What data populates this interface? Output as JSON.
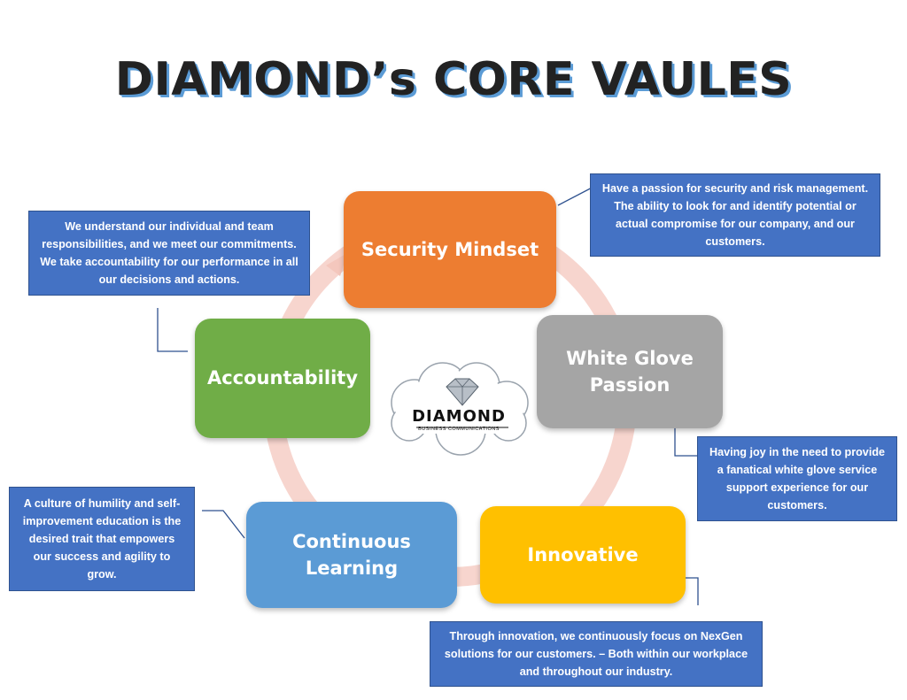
{
  "title": "DIAMOND’s CORE VAULES",
  "colors": {
    "security": "#ed7d31",
    "white_glove": "#a5a5a5",
    "innovative": "#ffc000",
    "learning": "#5b9bd5",
    "accountability": "#70ad47",
    "cycle": "#f4c7bd",
    "desc_box": "#4472c4"
  },
  "nodes": {
    "security": "Security Mindset",
    "white_glove": "White Glove\nPassion",
    "innovative": "Innovative",
    "learning": "Continuous\nLearning",
    "accountability": "Accountability"
  },
  "descriptions": {
    "security": "Have a passion for security and risk management. The ability to look for and identify potential or actual compromise for our company, and our customers.",
    "white_glove": "Having joy in the need to provide a fanatical white glove service support experience for our customers.",
    "innovative": "Through innovation, we  continuously focus on NexGen solutions for our customers. – Both within our workplace and throughout our industry.",
    "learning": "A culture of  humility and self-improvement education is the desired trait that empowers our success and agility to grow.",
    "accountability": "We understand our individual and team responsibilities, and we meet our commitments. We take accountability for our performance in all our decisions and actions."
  },
  "logo": {
    "name": "DIAMOND",
    "tagline": "BUSINESS COMMUNICATIONS",
    "icon": "diamond-icon"
  }
}
